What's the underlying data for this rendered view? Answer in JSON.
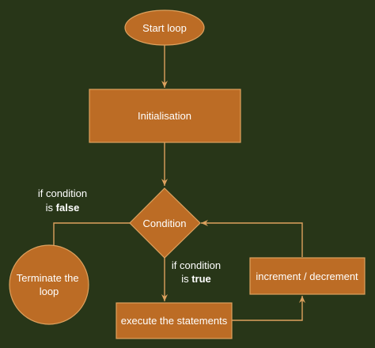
{
  "colors": {
    "background": "#283618",
    "node_fill": "#bc6c25",
    "node_stroke": "#dda15e",
    "arrow": "#dda15e",
    "text": "#ffffff"
  },
  "nodes": {
    "start": "Start loop",
    "init": "Initialisation",
    "condition": "Condition",
    "terminate_line1": "Terminate the",
    "terminate_line2": "loop",
    "execute": "execute the statements",
    "increment": "increment / decrement"
  },
  "edge_labels": {
    "false_line1": "if condition",
    "false_prefix": "is ",
    "false_bold": "false",
    "true_line1": "if condition",
    "true_prefix": "is ",
    "true_bold": "true"
  }
}
